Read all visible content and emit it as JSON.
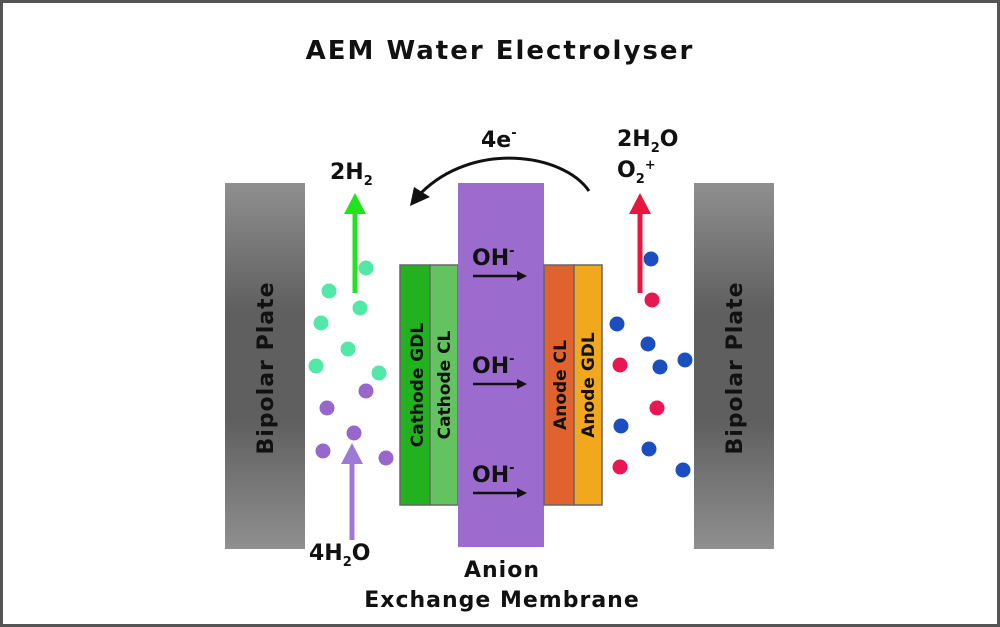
{
  "title": "AEM Water Electrolyser",
  "plates": {
    "left_label": "Bipolar Plate",
    "right_label": "Bipolar Plate"
  },
  "layers": {
    "cathode_gdl": "Cathode GDL",
    "cathode_cl": "Cathode CL",
    "anode_cl": "Anode CL",
    "anode_gdl": "Anode GDL"
  },
  "membrane": {
    "label_line1": "Anion",
    "label_line2": "Exchange Membrane",
    "ion": "OH",
    "ion_charge": "-"
  },
  "electrons": {
    "count": "4e",
    "charge": "-"
  },
  "cathode_side": {
    "product_coef": "2H",
    "product_sub": "2",
    "reactant_coef": "4H",
    "reactant_sub": "2",
    "reactant_tail": "O"
  },
  "anode_side": {
    "product1_coef": "2H",
    "product1_sub": "2",
    "product1_tail": "O",
    "product2": "O",
    "product2_sub": "2",
    "product2_sup": "+"
  },
  "colors": {
    "plate": "#8a8a8a",
    "cathode_gdl": "#22b21f",
    "cathode_cl": "#63c45f",
    "membrane": "#9b6ccd",
    "anode_cl": "#e0622e",
    "anode_gdl": "#f2a81d",
    "h2_arrow": "#1fe41f",
    "water_arrow": "#9b7bd6",
    "o2_arrow": "#e8163f",
    "h2_dot": "#52e8a8",
    "water_dot": "#9966cc",
    "red_dot": "#ea1553",
    "blue_dot": "#1b4fbf"
  }
}
